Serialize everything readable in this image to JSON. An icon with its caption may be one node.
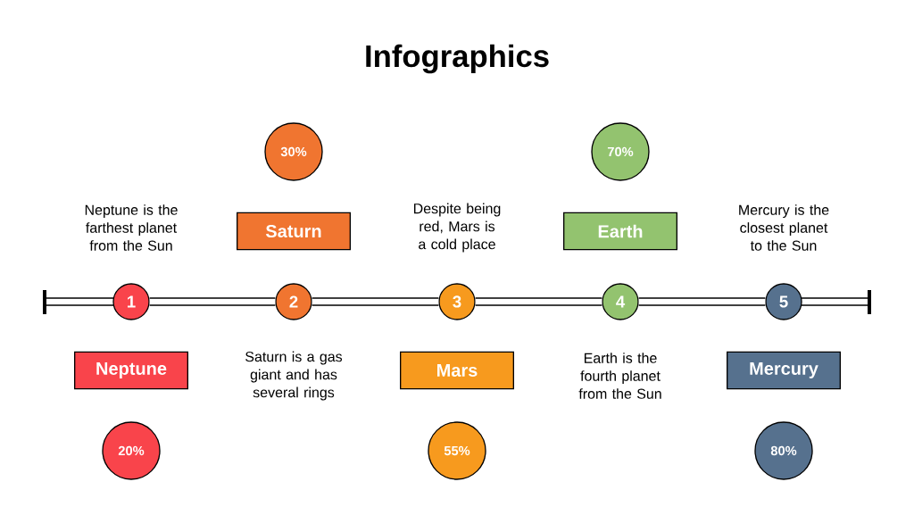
{
  "diagram": {
    "title": "Infographics",
    "nodes": [
      {
        "text": [
          "1"
        ]
      },
      {
        "text": [
          "2"
        ]
      },
      {
        "text": [
          "3"
        ]
      },
      {
        "text": [
          "4"
        ]
      },
      {
        "text": [
          "5"
        ]
      },
      {
        "text": [
          "Neptune"
        ]
      },
      {
        "text": [
          "Saturn"
        ]
      },
      {
        "text": [
          "Mars"
        ]
      },
      {
        "text": [
          "Earth"
        ]
      },
      {
        "text": [
          "Mercury"
        ]
      },
      {
        "text": [
          "20%"
        ]
      },
      {
        "text": [
          "30%"
        ]
      },
      {
        "text": [
          "55%"
        ]
      },
      {
        "text": [
          "70%"
        ]
      },
      {
        "text": [
          "80%"
        ]
      }
    ],
    "edges": [
      {
        "from": 0,
        "to": 1,
        "arrow": "none"
      },
      {
        "from": 1,
        "to": 2,
        "arrow": "none"
      },
      {
        "from": 2,
        "to": 3,
        "arrow": "none"
      },
      {
        "from": 3,
        "to": 4,
        "arrow": "none"
      }
    ],
    "labels": [
      "Neptune is the farthest planet from the Sun",
      "Despite being red, Mars is a cold place",
      "Mercury is the closest planet to the Sun",
      "Saturn is a gas giant and has several rings",
      "Earth is the fourth planet from the Sun"
    ]
  }
}
